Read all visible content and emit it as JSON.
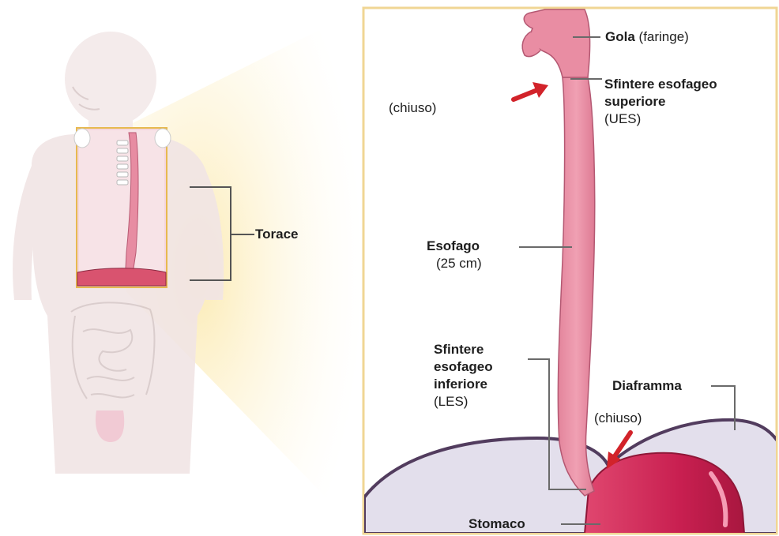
{
  "labels": {
    "torace": "Torace",
    "gola_bold": "Gola",
    "gola_rest": "(faringe)",
    "chiuso_top": "(chiuso)",
    "ues_line1": "Sfintere esofageo",
    "ues_line2": "superiore",
    "ues_abbr": "(UES)",
    "esofago": "Esofago",
    "esofago_len": "(25 cm)",
    "les_line1": "Sfintere",
    "les_line2": "esofageo",
    "les_line3": "inferiore",
    "les_abbr": "(LES)",
    "diaframma": "Diaframma",
    "chiuso_bottom": "(chiuso)",
    "stomaco": "Stomaco"
  },
  "colors": {
    "frame": "#f2d99a",
    "esophagus": "#e98da3",
    "esophagus_edge": "#b85a73",
    "stomach": "#d02a58",
    "diaphragm": "#e1dcec",
    "diaphragm_edge": "#5a3f62",
    "arrow": "#d2232a",
    "body": "#f1e6e6",
    "leader": "#6a6a6a"
  }
}
